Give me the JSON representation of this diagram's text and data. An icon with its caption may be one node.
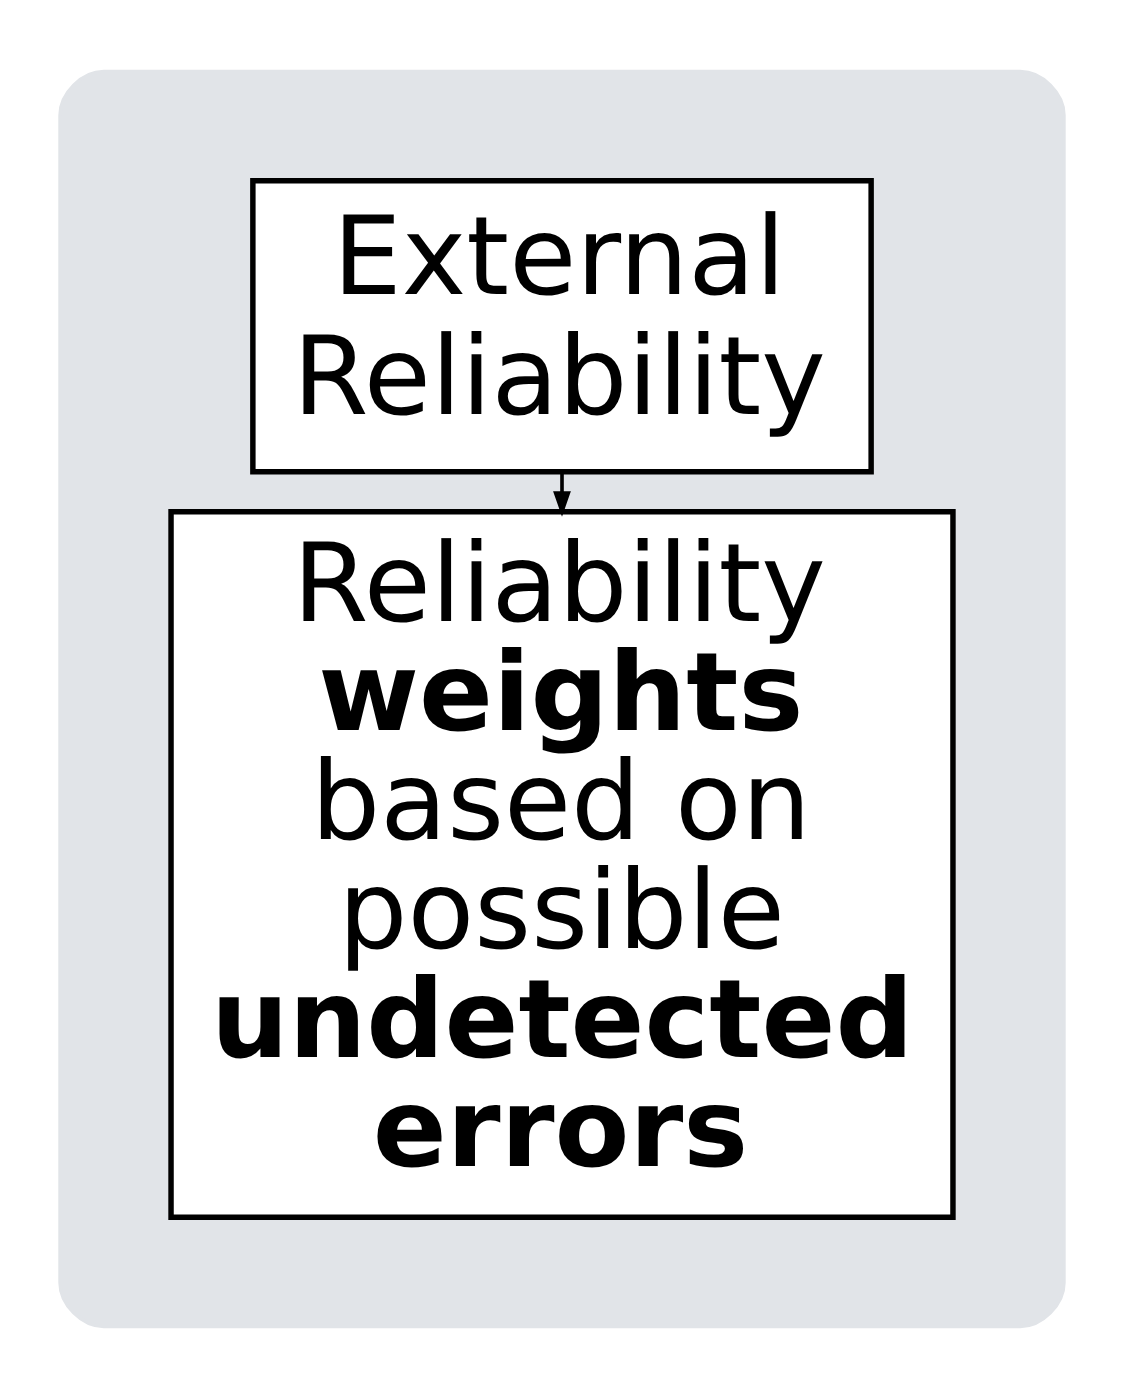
{
  "diagram": {
    "nodes": [
      {
        "text": [],
        "shape": "box"
      },
      {
        "text": [
          "External Reliability"
        ],
        "in": 0
      },
      {
        "text": [
          "Reliability **weights** based on possible **undetected errors**"
        ],
        "in": 0
      }
    ],
    "edges": [
      {
        "from": 1,
        "to": 2,
        "arrow": "to"
      }
    ]
  }
}
